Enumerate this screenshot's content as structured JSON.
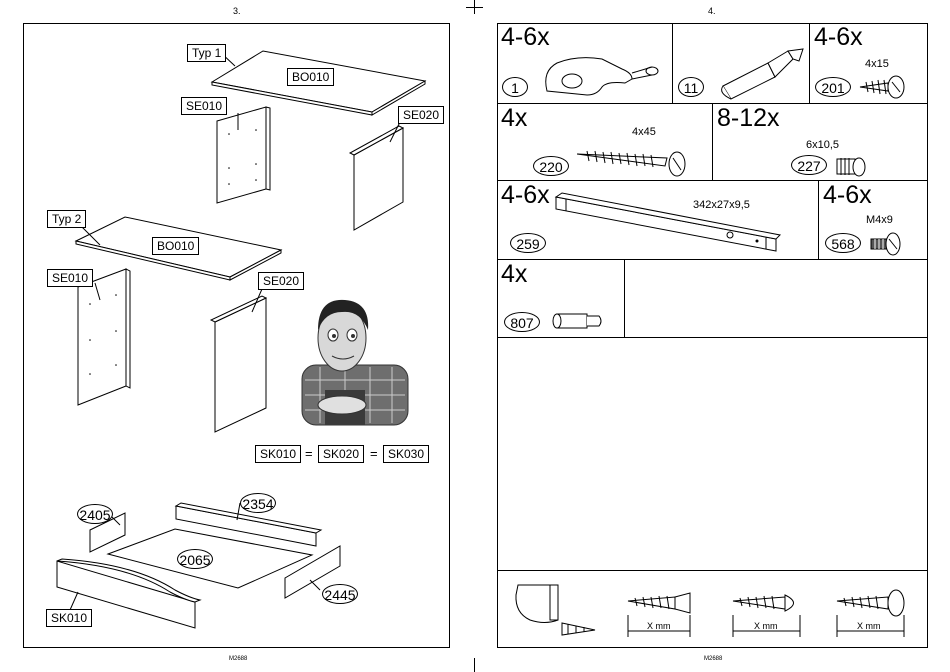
{
  "left_page": {
    "page_number": "3.",
    "footer": "M2688",
    "typ1": {
      "label": "Typ 1",
      "top": "BO010",
      "side_left": "SE010",
      "side_right": "SE020"
    },
    "typ2": {
      "label": "Typ 2",
      "top": "BO010",
      "side_left": "SE010",
      "side_right": "SE020"
    },
    "equivalence": {
      "a": "SK010",
      "eq1": "=",
      "b": "SK020",
      "eq2": "=",
      "c": "SK030"
    },
    "drawer": {
      "p1": "2405",
      "p2": "2354",
      "p3": "2065",
      "p4": "2445",
      "p5": "SK010"
    }
  },
  "right_page": {
    "page_number": "4.",
    "footer": "M2688",
    "parts": [
      {
        "qty": "4-6x",
        "num": "1",
        "icon": "bracket-icon"
      },
      {
        "qty": "",
        "num": "11",
        "icon": "glue-tube-icon"
      },
      {
        "qty": "4-6x",
        "num": "201",
        "dim": "4x15",
        "icon": "screw-icon"
      },
      {
        "qty": "4x",
        "num": "220",
        "dim": "4x45",
        "icon": "long-screw-icon"
      },
      {
        "qty": "8-12x",
        "num": "227",
        "dim": "6x10,5",
        "icon": "dowel-screw-icon"
      },
      {
        "qty": "4-6x",
        "num": "259",
        "dim": "342x27x9,5",
        "icon": "drawer-rail-icon"
      },
      {
        "qty": "4-6x",
        "num": "568",
        "dim": "M4x9",
        "icon": "machine-screw-icon"
      },
      {
        "qty": "4x",
        "num": "807",
        "icon": "dowel-icon"
      }
    ],
    "bottom_strip": {
      "m1": "X mm",
      "m2": "X mm",
      "m3": "X mm"
    }
  }
}
